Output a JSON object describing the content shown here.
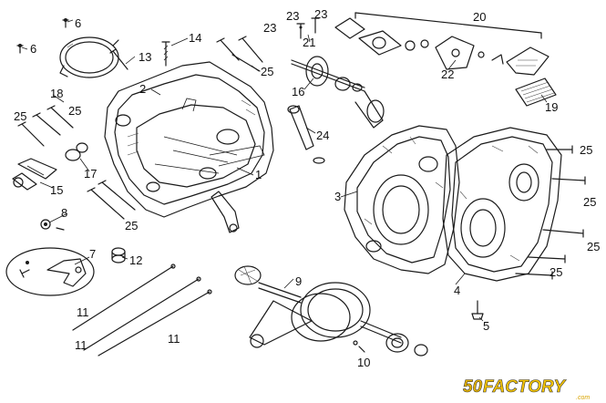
{
  "callouts": {
    "p1": "1",
    "p2": "2",
    "p3": "3",
    "p4": "4",
    "p5": "5",
    "p6a": "6",
    "p6b": "6",
    "p7": "7",
    "p8": "8",
    "p9": "9",
    "p10": "10",
    "p11a": "11",
    "p11b": "11",
    "p11c": "11",
    "p12": "12",
    "p13": "13",
    "p14": "14",
    "p15": "15",
    "p16": "16",
    "p17": "17",
    "p18": "18",
    "p19": "19",
    "p20": "20",
    "p21": "21",
    "p22": "22",
    "p23a": "23",
    "p23b": "23",
    "p24": "24",
    "p25a": "25",
    "p25b": "25",
    "p25c": "25",
    "p25d": "25",
    "p25e": "25",
    "p25f": "25",
    "p25g": "25",
    "p25h": "25"
  },
  "logo": {
    "num": "50",
    "word": "FACTORY",
    "domain": ".com",
    "colors": {
      "num": "#e8b400",
      "word": "#f5c400",
      "outline": "#3a3a3a"
    }
  }
}
